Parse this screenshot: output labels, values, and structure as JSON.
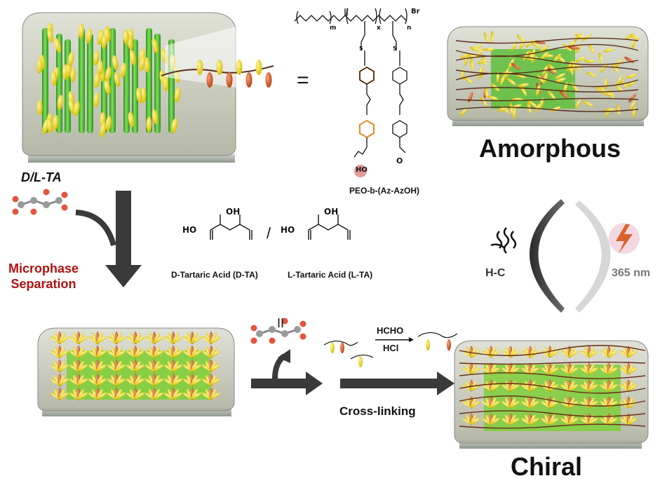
{
  "labels": {
    "equals_sign": "=",
    "parallel_sign": "II",
    "slash": "/",
    "amorphous": "Amorphous",
    "chiral": "Chiral",
    "dl_ta": "D/L-TA",
    "microphase_line1": "Microphase",
    "microphase_line2": "Separation",
    "d_tartaric": "D-Tartaric Acid (D-TA)",
    "l_tartaric": "L-Tartaric Acid (L-TA)",
    "polymer_name": "PEO-b-(Az-AzOH)",
    "hc": "H-C",
    "uv": "365 nm",
    "hcho": "HCHO",
    "hcl": "HCl",
    "crosslinking": "Cross-linking",
    "oh": "OH",
    "ho": "HO",
    "ho_circle": "HO",
    "methoxy": "O",
    "br": "Br",
    "sub_m": "m",
    "sub_x": "x",
    "sub_n": "n",
    "sub_5a": "5",
    "sub_5b": "5"
  },
  "colors": {
    "cylinder_green": "#58c23a",
    "mesogen_yellow": "#f2de20",
    "mesogen_orange": "#d9541e",
    "chain_brown": "#8a3a1c",
    "arrow_dark": "#3a3a3a",
    "red_text": "#b01010",
    "azo_ring": "#e08a2a",
    "hydroxyl_circle": "#e59a9a"
  },
  "icons": [
    "heat-wave-icon",
    "lightning-icon",
    "down-arrow-icon",
    "right-arrow-icon"
  ]
}
